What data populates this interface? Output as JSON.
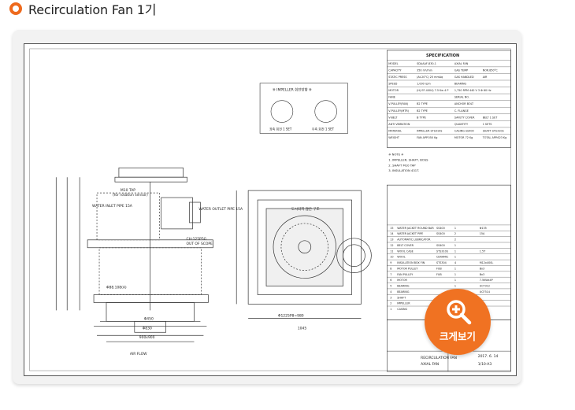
{
  "page": {
    "title": "Recirculation Fan 1기"
  },
  "zoom": {
    "label": "크게보기"
  },
  "drawing": {
    "spec_title": "SPECIFICATION",
    "spec_rows": [
      [
        "MODEL",
        "SDAAAF-830-1",
        "AXIAL FAN"
      ],
      [
        "CAPACITY",
        "350 m³/min",
        "GAS TEMP",
        "NOR.850°C"
      ],
      [
        "STATIC PRESS",
        "(At.20°C) 25 mmAq",
        "GAS HANDLED",
        "AIR"
      ],
      [
        "SPEED",
        "1,000 rpm",
        "BEARING",
        ""
      ],
      [
        "MOTOR",
        "(H) EF-4004) 7.5 Kw 4 P",
        "1,750 RPM 440 V 3 Φ 60 Hz"
      ],
      [
        "FANE",
        "",
        "SERIAL NO."
      ],
      [
        "V-PULLEY(FAN)",
        "B2 TYPE",
        "ANCHOR BOLT"
      ],
      [
        "V-PULLEY(MTR)",
        "B2 TYPE",
        "C. FLANGE"
      ],
      [
        "V-BELT",
        "B TYPE",
        "SAFETY COVER",
        "BELT 1 SET"
      ],
      [
        "ANTI VIBRATION",
        "",
        "QUANTITY",
        "1 SETS"
      ],
      [
        "MATERIAL",
        "IMPELLER STS310S",
        "CASING SS400",
        "SHAFT STS310S"
      ],
      [
        "WEIGHT",
        "FAN APP.550 Kg",
        "MOTOR 72 Kg",
        "TOTAL APP.623 Kg"
      ]
    ],
    "notes": [
      "※ NOTE ※",
      "1. IMPELLER, SHAFT, BOSS",
      "2. SHAFT M10 TAP",
      "3. INSULATION 431T."
    ],
    "impeller_box_title": "※ IMPELLER 회전방향 ※",
    "impeller_captions": [
      "좌측 회전 1 SET",
      "우측 회전 1 SET"
    ],
    "parts": [
      [
        "15",
        "WATER JACKET ROUND BAR",
        "SS400",
        "1",
        "Φ135"
      ],
      [
        "14",
        "WATER JACKET PIPE",
        "SS400",
        "2",
        "15A"
      ],
      [
        "13",
        "AUTOMATIC LUBRICATOR",
        "",
        "2",
        ""
      ],
      [
        "12",
        "BELT COVER",
        "SS400",
        "1",
        ""
      ],
      [
        "11",
        "WOOL CASE",
        "STS310S",
        "1",
        "1.5T"
      ],
      [
        "10",
        "WOOL",
        "CERAMIC",
        "1",
        ""
      ],
      [
        "9",
        "INSULATION BOX FIN",
        "STS304",
        "4",
        "M12x400L"
      ],
      [
        "8",
        "MOTOR PULLEY",
        "FUB",
        "1",
        "Bx3"
      ],
      [
        "7",
        "FAN PULLEY",
        "FUB",
        "1",
        "Bx3"
      ],
      [
        "6",
        "MOTOR",
        "",
        "1",
        "7.5KWx4P"
      ],
      [
        "5",
        "BEARING",
        "",
        "1",
        "UCT312"
      ],
      [
        "4",
        "BEARING",
        "",
        "1",
        "UCF314"
      ],
      [
        "3",
        "SHAFT",
        "",
        "1",
        ""
      ],
      [
        "2",
        "IMPELLER",
        "",
        "1",
        ""
      ],
      [
        "1",
        "CASING",
        "",
        "1",
        ""
      ]
    ],
    "title_block": {
      "name": "RECIRCULATION FAN",
      "type": "AXIAL FAN",
      "date": "2017. 6. 14",
      "scale": "1/10-A3"
    },
    "labels": {
      "air_flow": "AIR FLOW",
      "out_of_scope": "OUT OF SCOPE",
      "ch_note": "CH-125P5G",
      "dim_1045": "1045",
      "dim_960": "Φ1225P8=980",
      "dim_900": "900x900",
      "dim_830": "Φ830",
      "dim_450": "Φ450",
      "motor_outlet": "WATER OUTLET PIPE 15A",
      "water_inlet": "WATER INLET PIPE 15A",
      "m10_tap": "M10 TAP",
      "for_rotation": "(for rotation sensor)",
      "dim_left": "Φ88.108(A)",
      "center_note": "도시되지 않은 구조"
    }
  }
}
